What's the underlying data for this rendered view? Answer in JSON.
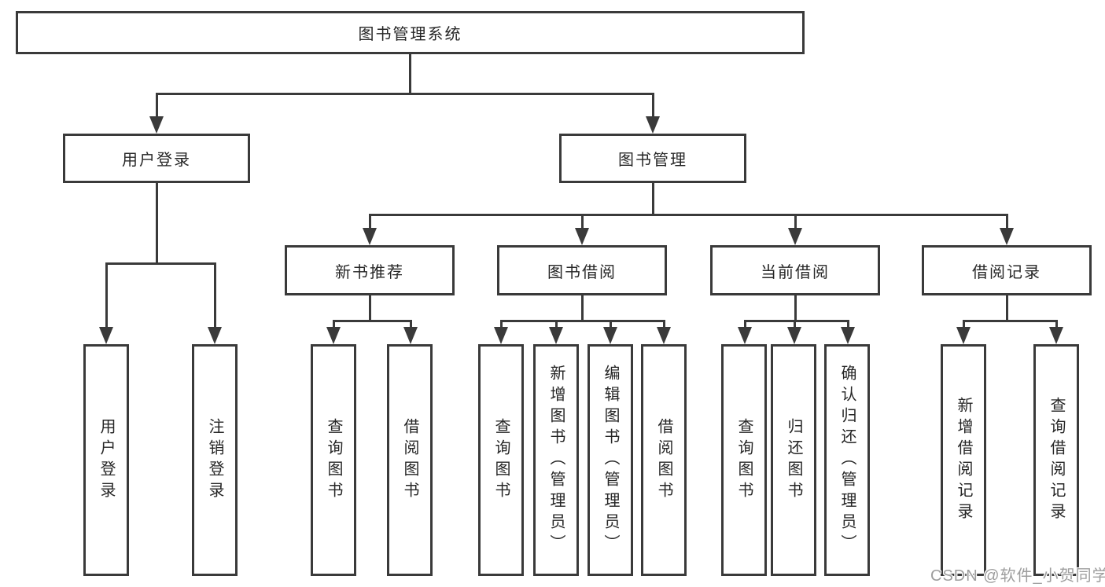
{
  "diagram": {
    "root": {
      "label": "图书管理系统"
    },
    "branches": [
      {
        "label": "用户登录",
        "children": [
          {
            "label": "用户登录"
          },
          {
            "label": "注销登录"
          }
        ]
      },
      {
        "label": "图书管理",
        "children": [
          {
            "label": "新书推荐",
            "children": [
              {
                "label": "查询图书"
              },
              {
                "label": "借阅图书"
              }
            ]
          },
          {
            "label": "图书借阅",
            "children": [
              {
                "label": "查询图书"
              },
              {
                "label": "新增图书（管理员）"
              },
              {
                "label": "编辑图书（管理员）"
              },
              {
                "label": "借阅图书"
              }
            ]
          },
          {
            "label": "当前借阅",
            "children": [
              {
                "label": "查询图书"
              },
              {
                "label": "归还图书"
              },
              {
                "label": "确认归还（管理员）"
              }
            ]
          },
          {
            "label": "借阅记录",
            "children": [
              {
                "label": "新增借阅记录"
              },
              {
                "label": "查询借阅记录"
              }
            ]
          }
        ]
      }
    ]
  },
  "watermark": {
    "text": "CSDN @软件_小贺同学",
    "color": "#9e9e9e"
  },
  "colors": {
    "line": "#3a3a3a",
    "box_border": "#3a3a3a",
    "box_fill": "#ffffff",
    "background": "#ffffff",
    "text": "#262626"
  }
}
